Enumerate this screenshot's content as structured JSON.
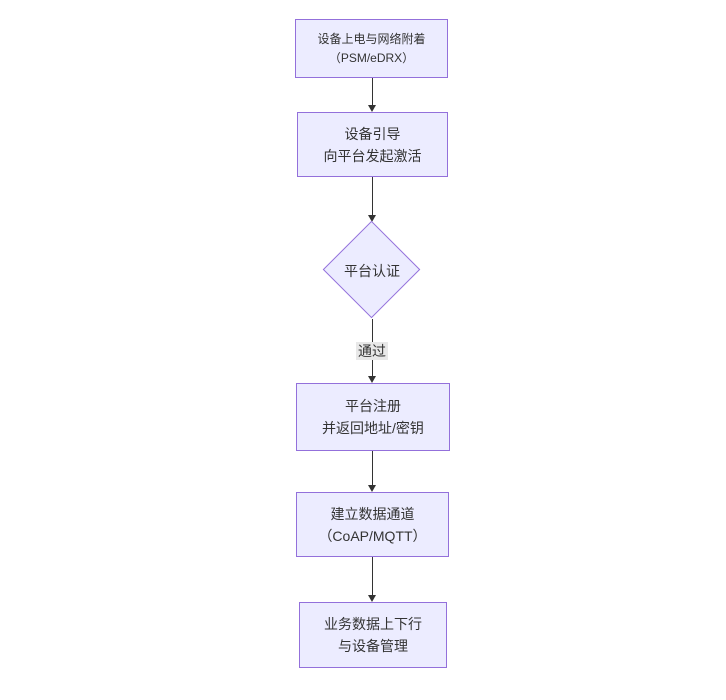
{
  "diagram": {
    "type": "flowchart",
    "direction": "top-down",
    "nodes": [
      {
        "id": "A",
        "shape": "rectangle",
        "lines": [
          "设备上电与网络附着",
          "（PSM/eDRX）"
        ]
      },
      {
        "id": "B",
        "shape": "rectangle",
        "lines": [
          "设备引导",
          "向平台发起激活"
        ]
      },
      {
        "id": "C",
        "shape": "diamond",
        "lines": [
          "平台认证"
        ]
      },
      {
        "id": "D",
        "shape": "rectangle",
        "lines": [
          "平台注册",
          "并返回地址/密钥"
        ]
      },
      {
        "id": "E",
        "shape": "rectangle",
        "lines": [
          "建立数据通道",
          "（CoAP/MQTT）"
        ]
      },
      {
        "id": "F",
        "shape": "rectangle",
        "lines": [
          "业务数据上下行",
          "与设备管理"
        ]
      }
    ],
    "edges": [
      {
        "from": "A",
        "to": "B",
        "label": ""
      },
      {
        "from": "B",
        "to": "C",
        "label": ""
      },
      {
        "from": "C",
        "to": "D",
        "label": "通过"
      },
      {
        "from": "D",
        "to": "E",
        "label": ""
      },
      {
        "from": "E",
        "to": "F",
        "label": ""
      }
    ],
    "colors": {
      "node_fill": "#ECECFF",
      "node_border": "#9370DB",
      "line": "#333333",
      "text": "#333333",
      "label_bg": "#e8e8e8",
      "canvas_bg": "#ffffff"
    }
  }
}
